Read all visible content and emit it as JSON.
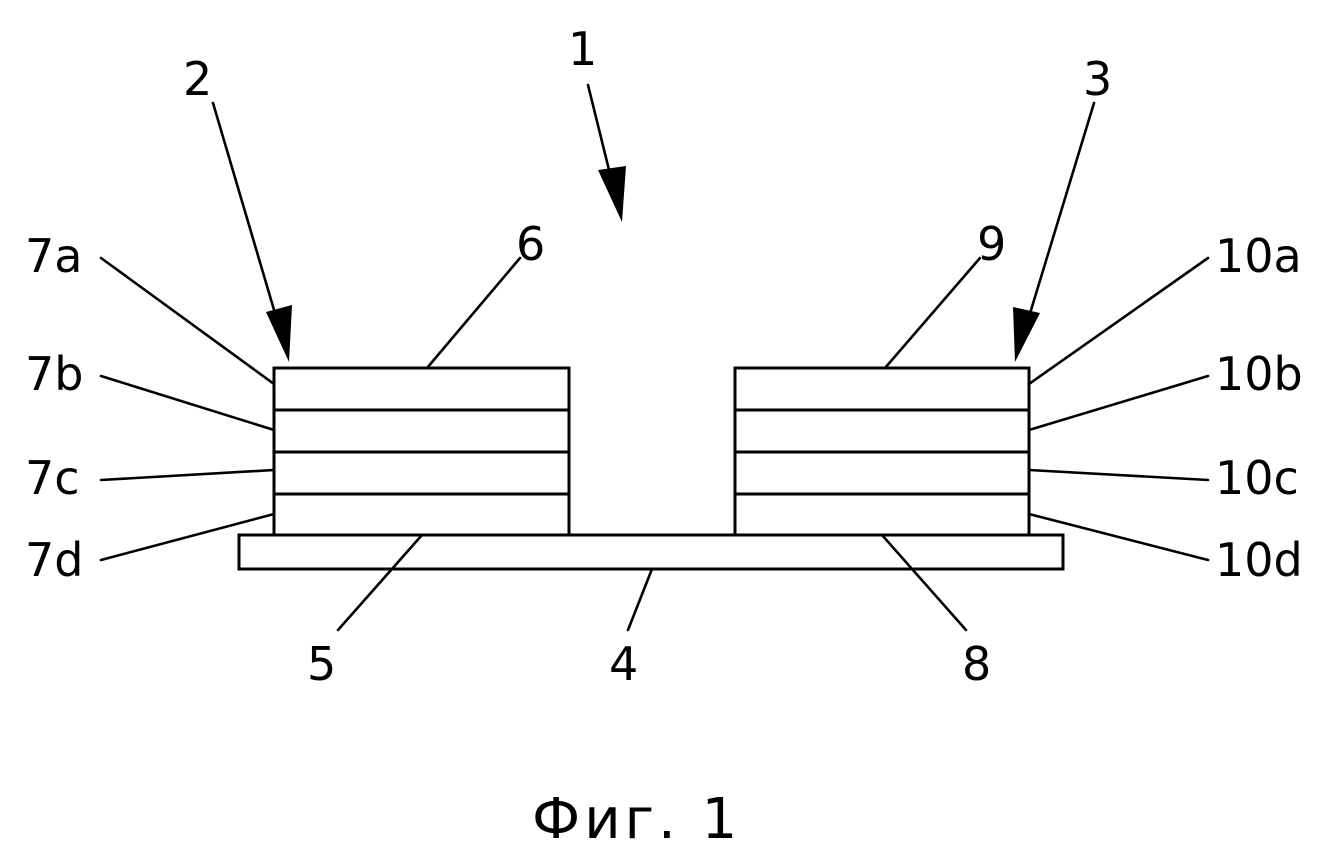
{
  "labels": {
    "device": "1",
    "left_stack": "2",
    "right_stack": "3",
    "substrate": "4",
    "left_bottom": "5",
    "left_top": "6",
    "right_bottom": "8",
    "right_top": "9",
    "l7a": "7a",
    "l7b": "7b",
    "l7c": "7c",
    "l7d": "7d",
    "l10a": "10a",
    "l10b": "10b",
    "l10c": "10c",
    "l10d": "10d"
  },
  "caption": "Фиг. 1"
}
